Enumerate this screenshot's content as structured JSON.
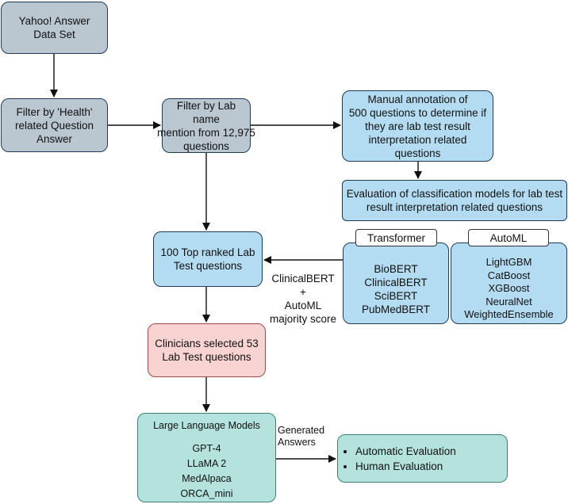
{
  "nodes": {
    "yahoo": [
      "Yahoo! Answer",
      "Data Set"
    ],
    "filter_health": [
      "Filter by 'Health'",
      "related Question",
      "Answer"
    ],
    "filter_lab": [
      "Filter by Lab name",
      "mention from 12,975",
      "questions"
    ],
    "manual_annotation": [
      "Manual annotation of",
      "500 questions to determine if",
      "they are lab test result",
      "interpretation related",
      "questions"
    ],
    "evaluation": [
      "Evaluation of classification models for lab test",
      "result interpretation related questions"
    ],
    "top_ranked": [
      "100 Top ranked Lab",
      "Test questions"
    ],
    "clinicians": [
      "Clinicians selected 53",
      "Lab Test questions"
    ]
  },
  "transformer": {
    "title": "Transformer",
    "models": [
      "BioBERT",
      "ClinicalBERT",
      "SciBERT",
      "PubMedBERT"
    ]
  },
  "automl": {
    "title": "AutoML",
    "models": [
      "LightGBM",
      "CatBoost",
      "XGBoost",
      "NeuralNet",
      "WeightedEnsemble"
    ]
  },
  "majority_label": [
    "ClinicalBERT",
    "+",
    "AutoML",
    "majority score"
  ],
  "llm": {
    "title": "Large Language Models",
    "models": [
      "GPT-4",
      "LLaMA 2",
      "MedAlpaca",
      "ORCA_mini"
    ]
  },
  "generated_label": [
    "Generated",
    "Answers"
  ],
  "evaluation_outputs": [
    "Automatic Evaluation",
    "Human Evaluation"
  ]
}
